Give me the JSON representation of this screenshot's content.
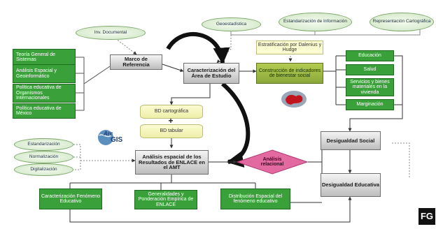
{
  "top_ellipses": [
    "Geoestadística",
    "Estandarización de Información",
    "Representación Cartográfica"
  ],
  "inv_documental": "Inv. Documental",
  "left_boxes": [
    "Teoría General de Sistemas",
    "Análisis Espacial y Geoinformático",
    "Política educativa de Organismos Internacionales",
    "Política educativa de México"
  ],
  "marco": "Marco de Referencia",
  "caracterizacion": "Caracterización del Área de Estudio",
  "estratificacion": "Estratificación por Dalenius y Hudge",
  "construccion": "Construcción de indicadores de bienestar social",
  "right_boxes": [
    "Educación",
    "Salud",
    "Servicios y bienes materiales en la vivienda",
    "Marginación"
  ],
  "bd_cartografica": "BD cartográfica",
  "bd_tabular": "BD tabular",
  "arcgis": {
    "arc": "Arc",
    "gis": "GIS"
  },
  "left_ellipses": [
    "Estandarización",
    "Normalización",
    "Digitalización"
  ],
  "analisis": "Análisis espacial de los Resultados de ENLACE en el AMT",
  "analisis_relacional": "Análisis relacional",
  "desigualdad_social": "Desigualdad Social",
  "desigualdad_educativa": "Desigualdad Educativa",
  "bottom_boxes": [
    "Caracterización Fenómeno Educativo",
    "Generalidades y Ponderación Empírica de ENLACE",
    "Distribución Espacial del fenómeno educativo"
  ],
  "logo": "FG",
  "colors": {
    "green": "#3aa13a",
    "olive": "#9ab544",
    "pink": "#e36aa0",
    "pale_yellow": "#fbfbd2",
    "grey": "#cfcfcf"
  }
}
